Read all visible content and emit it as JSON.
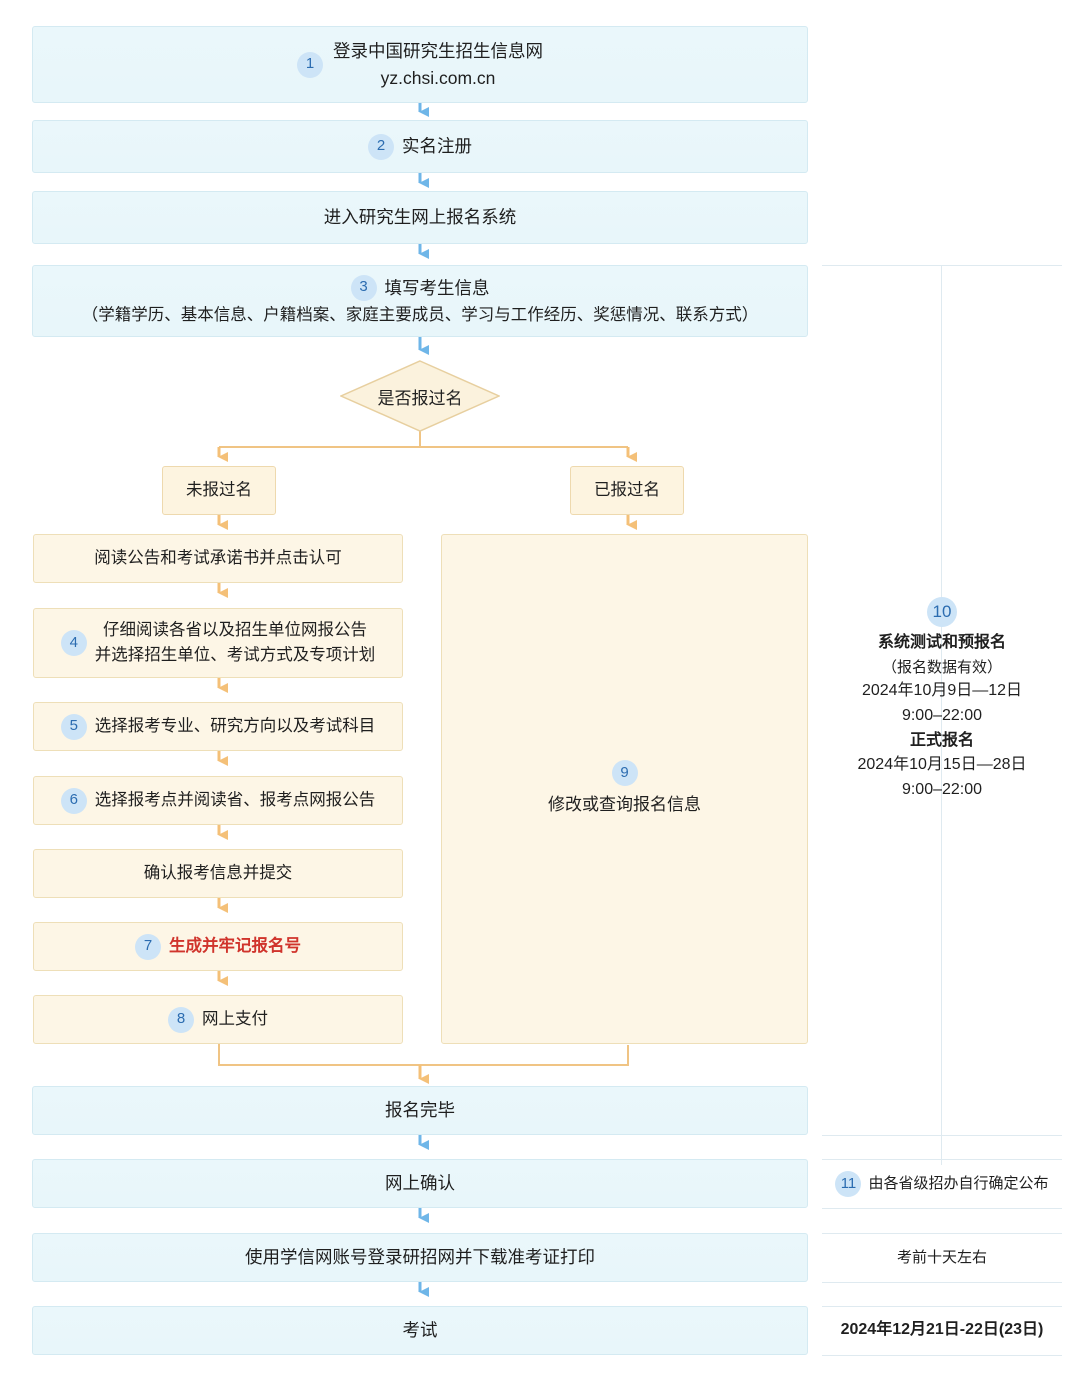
{
  "flow": {
    "steps": [
      {
        "num": "1",
        "line1": "登录中国研究生招生信息网",
        "line2": "yz.chsi.com.cn"
      },
      {
        "num": "2",
        "line1": "实名注册"
      },
      {
        "num": "",
        "line1": "进入研究生网上报名系统"
      },
      {
        "num": "3",
        "line1": "填写考生信息",
        "line2": "（学籍学历、基本信息、户籍档案、家庭主要成员、学习与工作经历、奖惩情况、联系方式）"
      }
    ],
    "decision": {
      "label": "是否报过名"
    },
    "branch_left": {
      "label": "未报过名"
    },
    "branch_right": {
      "label": "已报过名"
    },
    "left_steps": [
      {
        "num": "",
        "line1": "阅读公告和考试承诺书并点击认可"
      },
      {
        "num": "4",
        "line1": "仔细阅读各省以及招生单位网报公告",
        "line2": "并选择招生单位、考试方式及专项计划"
      },
      {
        "num": "5",
        "line1": "选择报考专业、研究方向以及考试科目"
      },
      {
        "num": "6",
        "line1": "选择报考点并阅读省、报考点网报公告"
      },
      {
        "num": "",
        "line1": "确认报考信息并提交"
      },
      {
        "num": "7",
        "line1": "生成并牢记报名号",
        "red": true
      },
      {
        "num": "8",
        "line1": "网上支付"
      }
    ],
    "right_panel_step": {
      "num": "9",
      "label": "修改或查询报名信息"
    },
    "tail_steps": [
      {
        "num": "",
        "line1": "报名完毕"
      },
      {
        "num": "",
        "line1": "网上确认"
      },
      {
        "num": "",
        "line1": "使用学信网账号登录研招网并下载准考证打印"
      },
      {
        "num": "",
        "line1": "考试"
      }
    ]
  },
  "schedule": {
    "block10": {
      "num": "10",
      "title1": "系统测试和预报名",
      "note1": "（报名数据有效）",
      "date1": "2024年10月9日—12日",
      "time1": "9:00–22:00",
      "title2": "正式报名",
      "date2": "2024年10月15日—28日",
      "time2": "9:00–22:00"
    },
    "block11": {
      "num": "11",
      "text": "由各省级招办自行确定公布"
    },
    "block_exam_ticket": {
      "text": "考前十天左右"
    },
    "block_exam": {
      "text": "2024年12月21日-22日(23日)"
    }
  },
  "colors": {
    "blue_fill": "#eaf7fb",
    "blue_border": "#d4eaf2",
    "orange_fill": "#fdf4e0",
    "orange_border": "#eed9ae",
    "arrow_blue": "#6fb6e8",
    "arrow_orange": "#f4c078",
    "step_circle": "#cde4f7",
    "step_text": "#2b6cb0",
    "highlight_red": "#d0342c",
    "grid_line": "#dfeaf0"
  }
}
